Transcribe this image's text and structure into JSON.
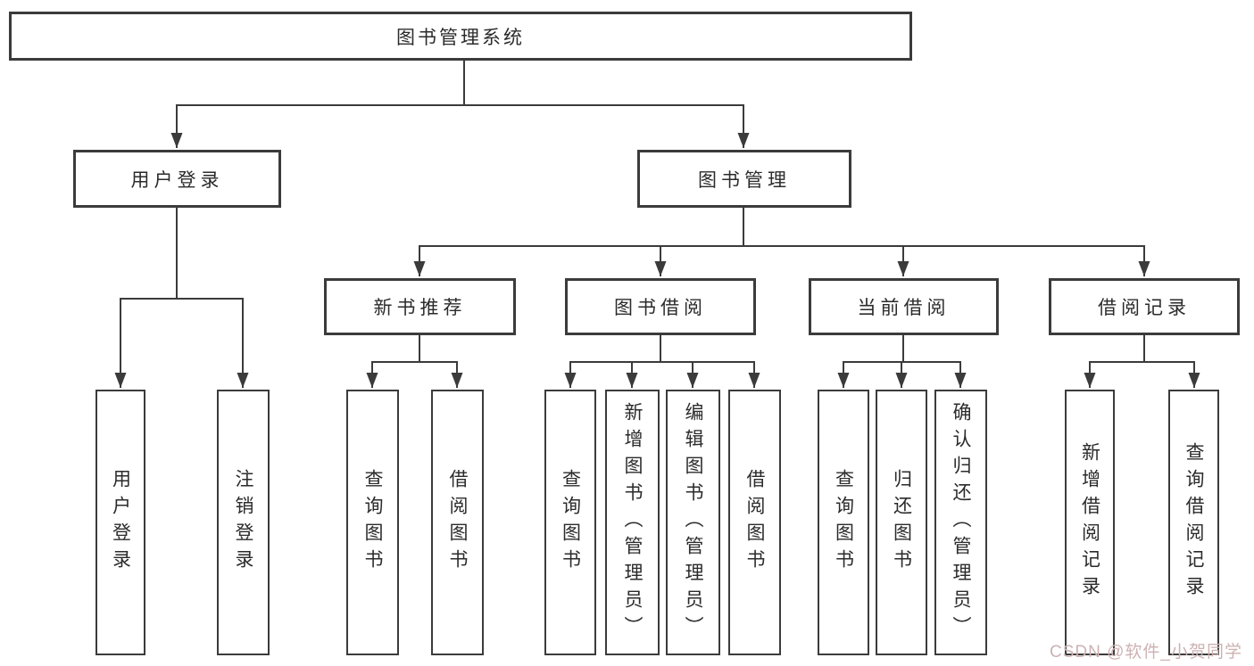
{
  "tree": {
    "root": "图书管理系统",
    "branches": [
      {
        "label": "用户登录",
        "children": [
          {
            "label": "用户登录"
          },
          {
            "label": "注销登录"
          }
        ]
      },
      {
        "label": "图书管理",
        "children": [
          {
            "label": "新书推荐",
            "children": [
              {
                "label": "查询图书"
              },
              {
                "label": "借阅图书"
              }
            ]
          },
          {
            "label": "图书借阅",
            "children": [
              {
                "label": "查询图书"
              },
              {
                "label": "新增图书（管理员）"
              },
              {
                "label": "编辑图书（管理员）"
              },
              {
                "label": "借阅图书"
              }
            ]
          },
          {
            "label": "当前借阅",
            "children": [
              {
                "label": "查询图书"
              },
              {
                "label": "归还图书"
              },
              {
                "label": "确认归还（管理员）"
              }
            ]
          },
          {
            "label": "借阅记录",
            "children": [
              {
                "label": "新增借阅记录"
              },
              {
                "label": "查询借阅记录"
              }
            ]
          }
        ]
      }
    ]
  },
  "watermark": "CSDN @软件_小贺同学",
  "colors": {
    "background": "#ffffff",
    "line": "#3b3b3b",
    "text": "#2b2b2b",
    "watermark": "#cdb2b2"
  }
}
